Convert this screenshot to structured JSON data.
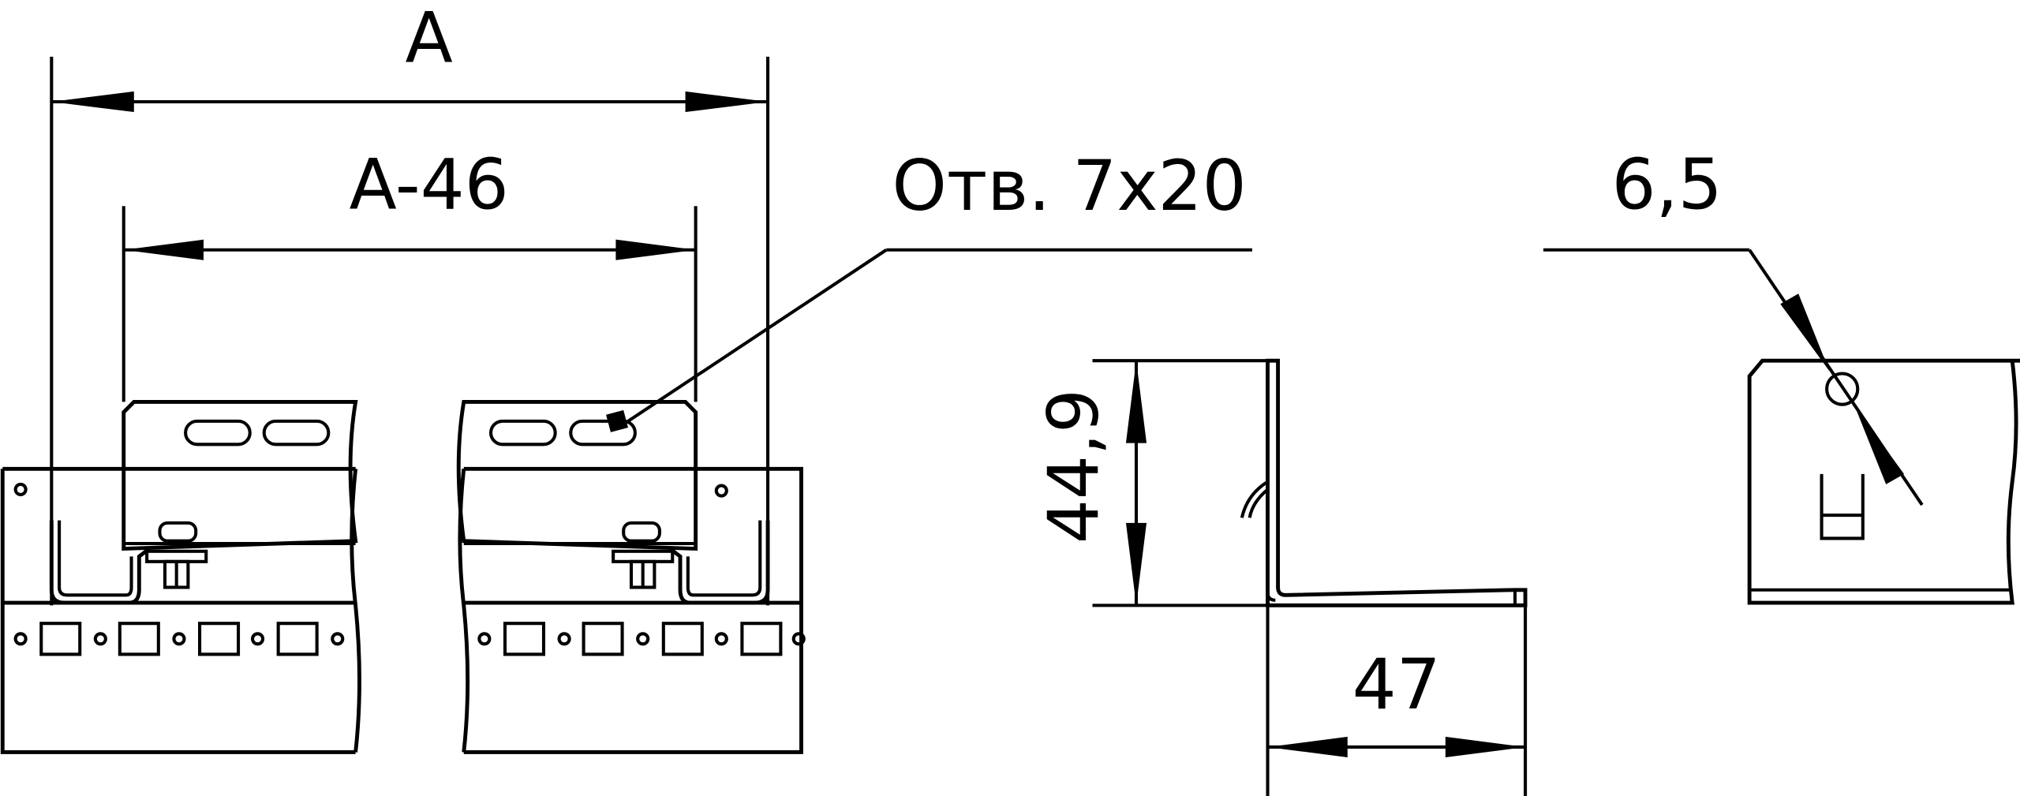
{
  "labels": {
    "dim_a": "A",
    "dim_a46": "A-46",
    "hole_note": "Отв. 7x20",
    "dim_65": "6,5",
    "dim_449": "44,9",
    "dim_47": "47"
  },
  "colors": {
    "line": "#000000",
    "background": "#ffffff"
  }
}
